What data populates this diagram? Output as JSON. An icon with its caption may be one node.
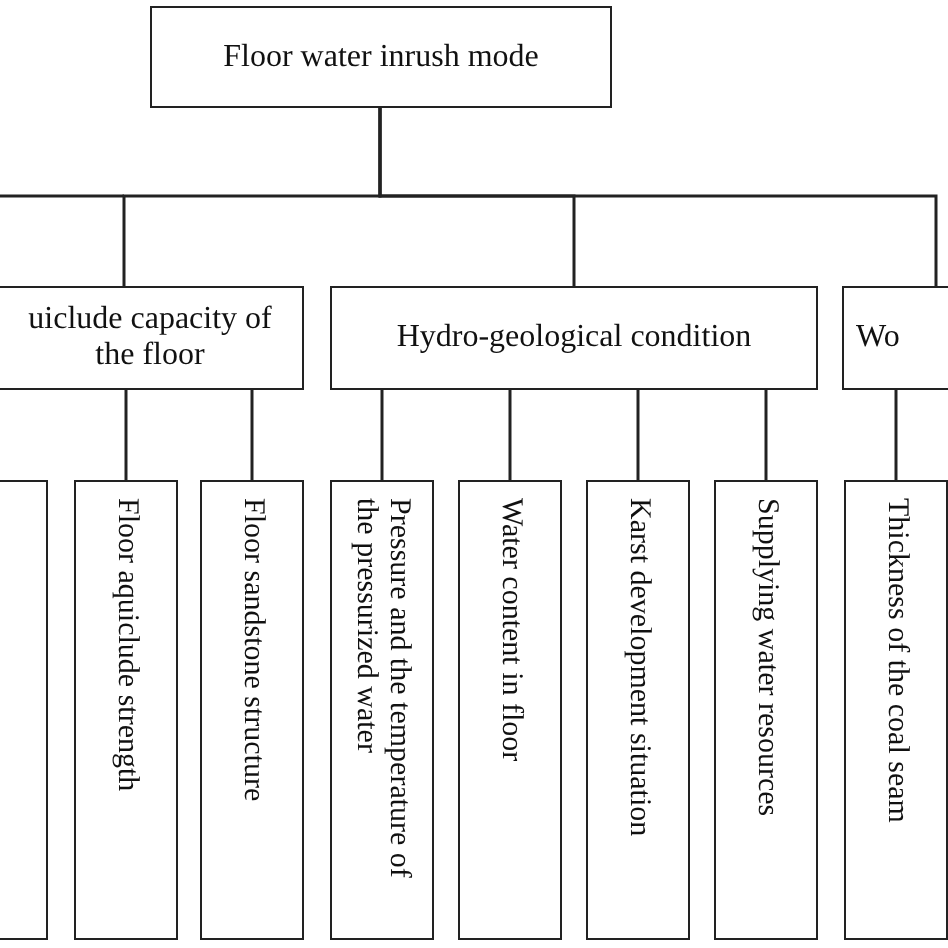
{
  "diagram": {
    "nodes": [
      {
        "text": [
          "Floor water inrush mode"
        ]
      },
      {
        "text": [
          "uiclude capacity of the floor"
        ]
      },
      {
        "text": [
          "Hydro-geological condition"
        ]
      },
      {
        "text": [
          "Wo"
        ]
      },
      {
        "text": [],
        "shape": "box"
      },
      {
        "text": [
          "Floor aquiclude strength"
        ]
      },
      {
        "text": [
          "Floor sandstone structure"
        ]
      },
      {
        "text": [
          "Pressure and the temperature of the pressurized water"
        ]
      },
      {
        "text": [
          "Water content in floor"
        ]
      },
      {
        "text": [
          "Karst development situation"
        ]
      },
      {
        "text": [
          "Supplying water resources"
        ]
      },
      {
        "text": [
          "Thickness of the coal seam"
        ]
      }
    ],
    "edges": [
      {
        "from": 0,
        "to": 1,
        "arrow": "none"
      },
      {
        "from": 0,
        "to": 2,
        "arrow": "none"
      },
      {
        "from": 0,
        "to": 3,
        "arrow": "none"
      },
      {
        "from": 1,
        "to": 5,
        "arrow": "none"
      },
      {
        "from": 1,
        "to": 6,
        "arrow": "none"
      },
      {
        "from": 2,
        "to": 7,
        "arrow": "none"
      },
      {
        "from": 2,
        "to": 8,
        "arrow": "none"
      },
      {
        "from": 2,
        "to": 9,
        "arrow": "none"
      },
      {
        "from": 2,
        "to": 10,
        "arrow": "none"
      },
      {
        "from": 3,
        "to": 11,
        "arrow": "none"
      }
    ]
  }
}
